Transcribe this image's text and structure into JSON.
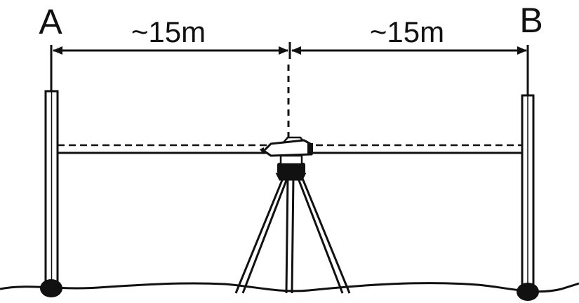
{
  "points": {
    "a": {
      "label": "A"
    },
    "b": {
      "label": "B"
    }
  },
  "distances": {
    "left": {
      "label": "~15m"
    },
    "right": {
      "label": "~15m"
    }
  },
  "colors": {
    "ink": "#111111",
    "background": "#ffffff",
    "instrument_fill": "#ffffff"
  }
}
